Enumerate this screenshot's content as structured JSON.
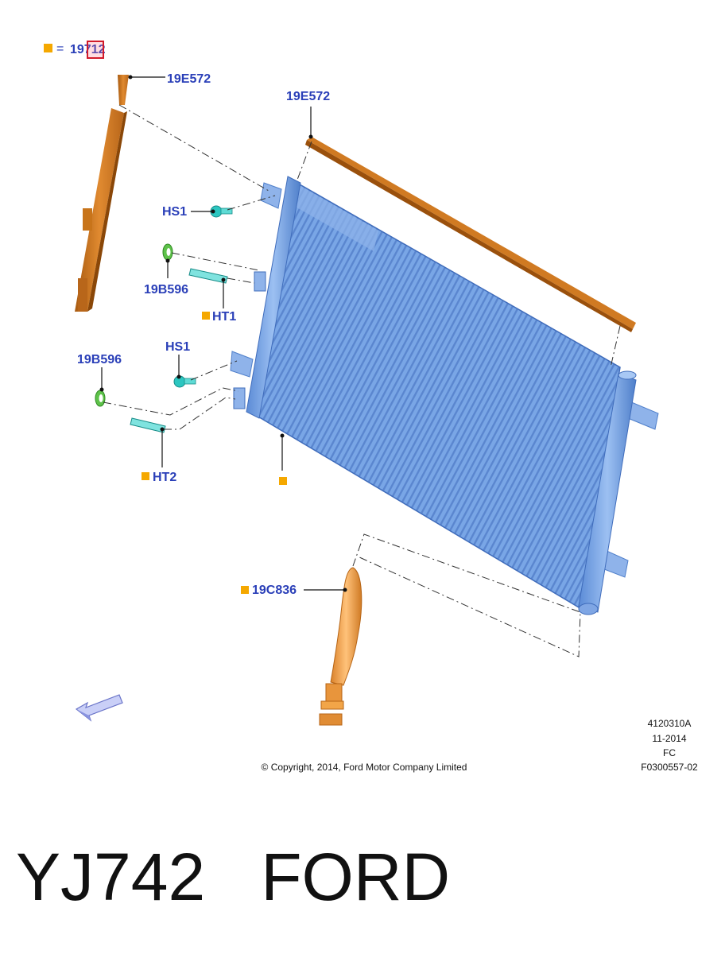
{
  "legend": {
    "equals": "=",
    "code": "19712"
  },
  "callouts": {
    "seal_left": "19E572",
    "seal_top": "19E572",
    "bolt_upper": "HS1",
    "bolt_lower": "HS1",
    "ring_upper": "19B596",
    "ring_lower": "19B596",
    "tube_upper": "HT1",
    "tube_lower": "HT2",
    "dryer": "19C836"
  },
  "info": {
    "illustration_no": "4120310A",
    "date": "11-2014",
    "code": "FC",
    "ref": "F0300557-02"
  },
  "copyright": "© Copyright, 2014, Ford Motor Company Limited",
  "caption": "YJ742   FORD",
  "colors": {
    "marker": "#f5a800",
    "callout_text": "#2a3fb8",
    "condenser": "#6f9be0",
    "seal": "#c8741a",
    "dryer": "#f2a548",
    "fastener": "#2cc6c0",
    "o_ring": "#5ec24a"
  }
}
